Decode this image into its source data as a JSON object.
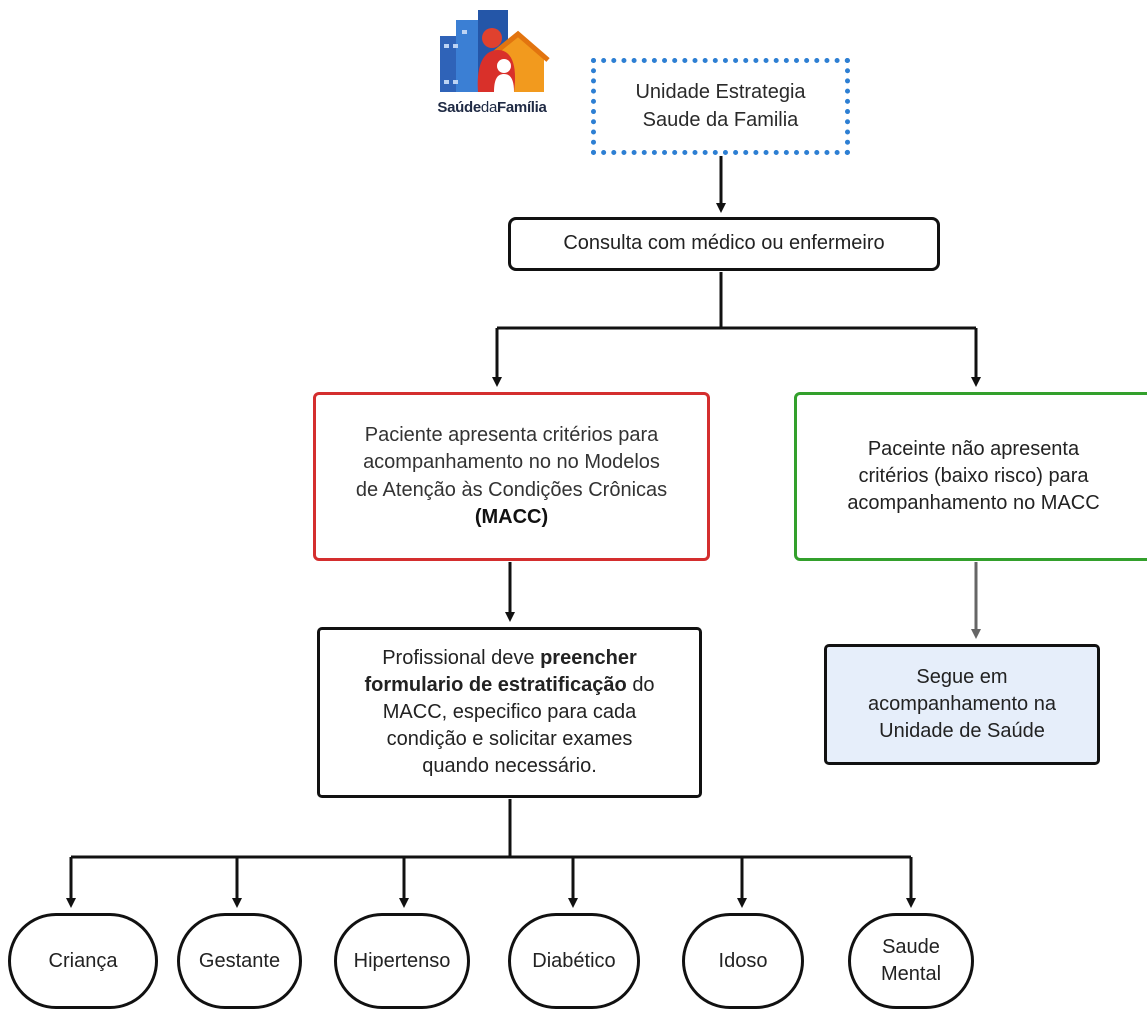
{
  "logo": {
    "word1": "Saúde",
    "word2": "da",
    "word3": "Família"
  },
  "nodes": {
    "ubs": {
      "lines": [
        "Unidade Estrategia",
        "Saude da Familia"
      ]
    },
    "consulta": {
      "text": "Consulta com médico ou enfermeiro"
    },
    "macc": {
      "lines": [
        "Paciente apresenta critérios para",
        "acompanhamento no no Modelos",
        "de Atenção às Condições Crônicas"
      ],
      "bold_line": "(MACC)"
    },
    "baixo_risco": {
      "lines": [
        "Paceinte não apresenta",
        "critérios (baixo risco) para",
        "acompanhamento no MACC"
      ]
    },
    "estratificacao": {
      "line1": "Profissional deve",
      "bold1": "preencher",
      "bold2": "formulario de estratificação",
      "line2_suffix": "do",
      "line3": "MACC, especifico para cada",
      "line4": "condição e solicitar exames",
      "line5": "quando necessário."
    },
    "segue": {
      "lines": [
        "Segue em",
        "acompanhamento na",
        "Unidade de Saúde"
      ]
    }
  },
  "leaves": {
    "crianca": "Criança",
    "gestante": "Gestante",
    "hipertenso": "Hipertenso",
    "diabetico": "Diabético",
    "idoso": "Idoso",
    "saude_mental": [
      "Saude",
      "Mental"
    ]
  },
  "colors": {
    "ubs_border": "#2d7fd3",
    "macc_border": "#d42e2e",
    "baixo_border": "#33a02c",
    "segue_fill": "#e6eefa",
    "connector": "#111111",
    "connector_gray": "#666666"
  }
}
